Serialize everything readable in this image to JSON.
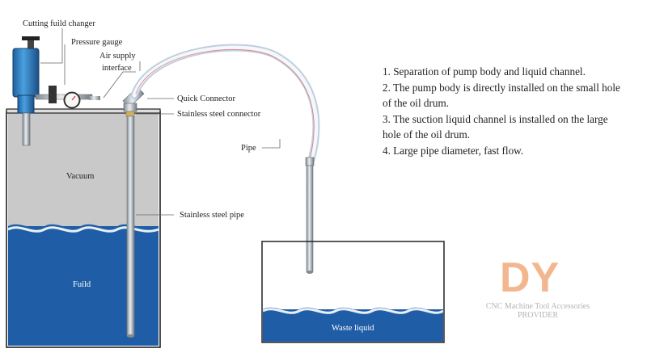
{
  "labels": {
    "cutting_changer": "Cutting fuild changer",
    "pressure_gauge": "Pressure gauge",
    "air_supply_1": "Air supply",
    "air_supply_2": "interface",
    "quick_connector": "Quick Connector",
    "ss_connector": "Stainless steel connector",
    "pipe": "Pipe",
    "ss_pipe": "Stainless steel pipe",
    "vacuum": "Vacuum",
    "fluid": "Fuild",
    "waste": "Waste liquid"
  },
  "description": [
    "1. Separation of pump body and liquid channel.",
    "2. The pump body is directly installed on the small hole of the oil drum.",
    "3. The suction liquid channel is installed on the large hole of the oil drum.",
    "4. Large pipe diameter, fast flow."
  ],
  "logo": {
    "mark": "DY",
    "line1": "CNC Machine Tool Accessories",
    "line2": "PROVIDER"
  },
  "colors": {
    "liquid": "#1f5ea6",
    "vacuum": "#c9c9c9",
    "pump": "#2f7fc4",
    "logo": "#f3b78f"
  }
}
